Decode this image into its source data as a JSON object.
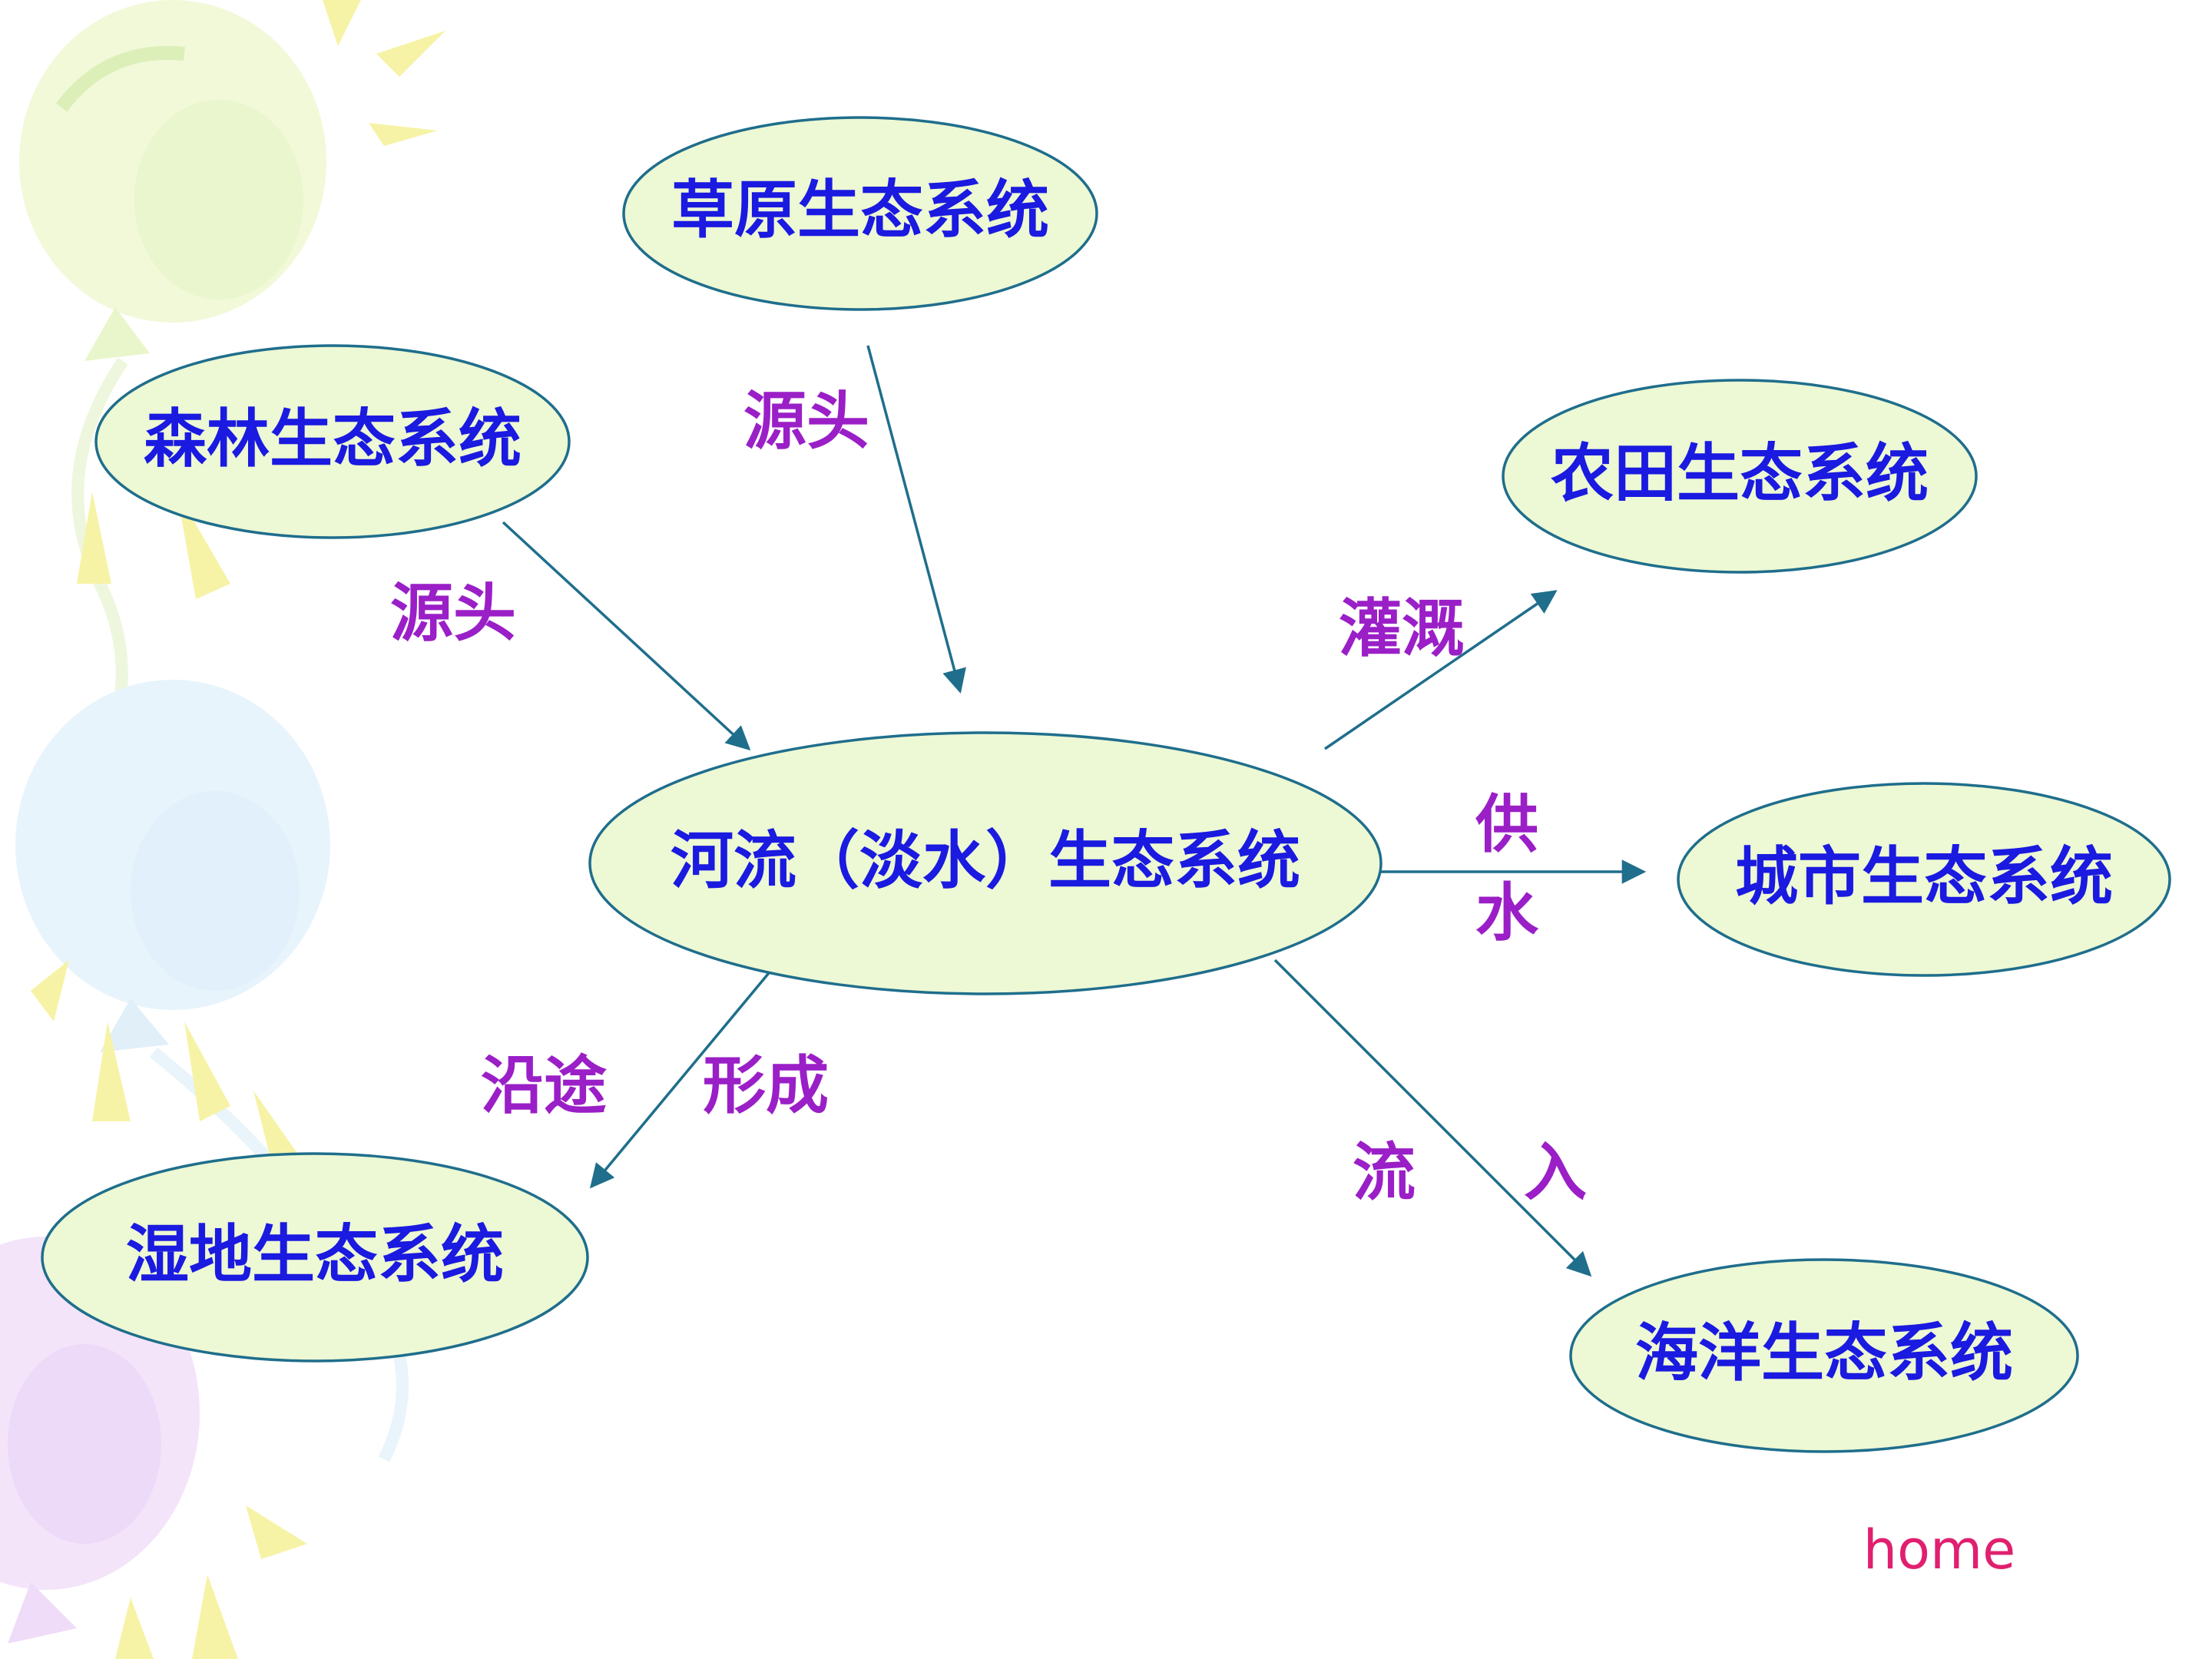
{
  "nodes": {
    "grassland": "草原生态系统",
    "forest": "森林生态系统",
    "farmland": "农田生态系统",
    "river": "河流（淡水）生态系统",
    "city": "城市生态系统",
    "wetland": "湿地生态系统",
    "ocean": "海洋生态系统"
  },
  "edges": {
    "grassland_source": "源头",
    "forest_source": "源头",
    "irrigation": "灌溉",
    "supply_1": "供",
    "supply_2": "水",
    "along": "沿途",
    "form": "形成",
    "flow": "流",
    "into": "入"
  },
  "nav": {
    "home": "home"
  },
  "colors": {
    "node_fill": "#edf8d4",
    "node_stroke": "#1f6e8c",
    "node_text": "#1a1ae0",
    "edge_text": "#9a1fc7",
    "home_text": "#e0206f"
  }
}
